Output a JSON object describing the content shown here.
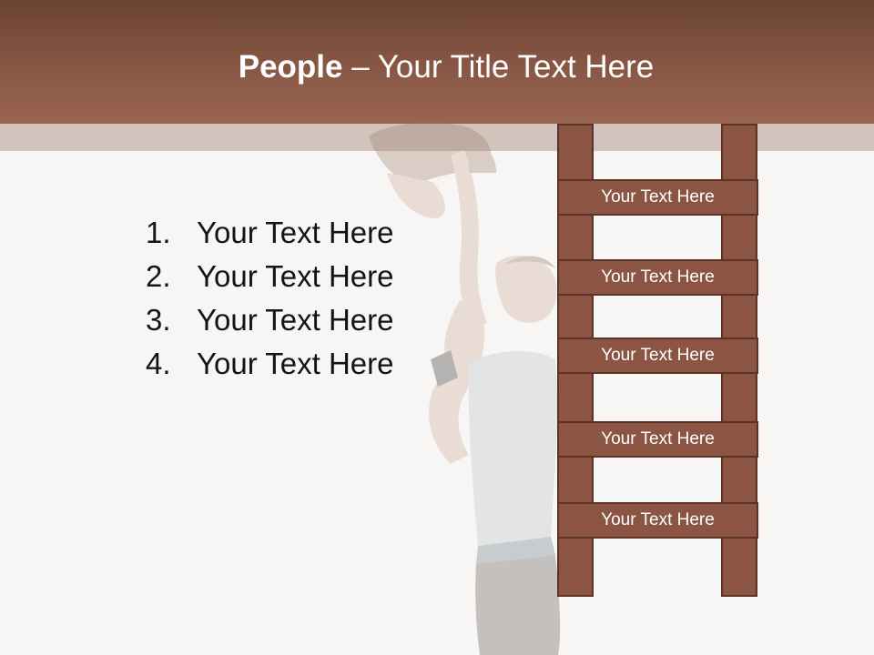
{
  "slide": {
    "title_bold": "People",
    "title_separator": " – ",
    "title_rest": "Your Title Text Here"
  },
  "list": {
    "items": [
      {
        "number": "1.",
        "text": "Your Text Here"
      },
      {
        "number": "2.",
        "text": "Your Text Here"
      },
      {
        "number": "3.",
        "text": "Your Text Here"
      },
      {
        "number": "4.",
        "text": "Your Text Here"
      }
    ]
  },
  "ladder": {
    "steps": [
      {
        "label": "Your Text Here"
      },
      {
        "label": "Your Text Here"
      },
      {
        "label": "Your Text Here"
      },
      {
        "label": "Your Text Here"
      },
      {
        "label": "Your Text Here"
      }
    ]
  },
  "colors": {
    "title_bar": "#845442",
    "ladder_fill": "#8c5443",
    "ladder_stroke": "#5a3226",
    "background": "#f8f6f4"
  }
}
